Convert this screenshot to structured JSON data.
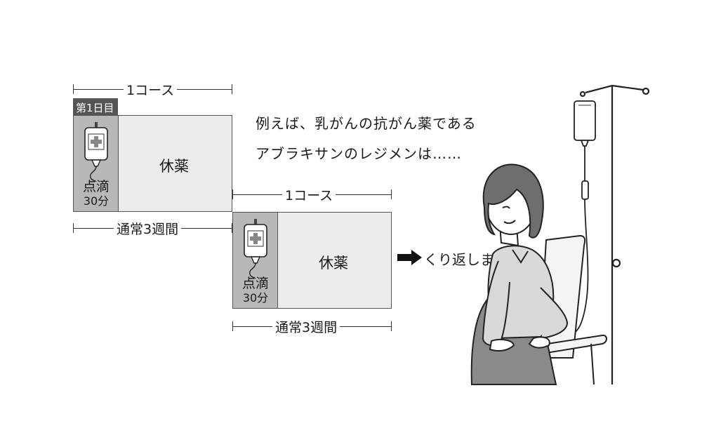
{
  "day1_badge": "第1日目",
  "course_top": {
    "label": "1コース",
    "rest": "休薬",
    "drip_line1": "点滴",
    "drip_line2": "30分",
    "period": "通常3週間"
  },
  "course_bottom": {
    "label": "1コース",
    "rest": "休薬",
    "drip_line1": "点滴",
    "drip_line2": "30分",
    "period": "通常3週間"
  },
  "caption_line1": "例えば、乳がんの抗がん薬である",
  "caption_line2": "アブラキサンのレジメンは……",
  "repeat_text": "くり返します",
  "icons": [
    "iv-bag-icon",
    "right-arrow-icon",
    "iv-stand-icon",
    "patient-illustration"
  ],
  "colors": {
    "drip_block": "#b8b8b8",
    "rest_block": "#ececec",
    "badge": "#555555"
  }
}
